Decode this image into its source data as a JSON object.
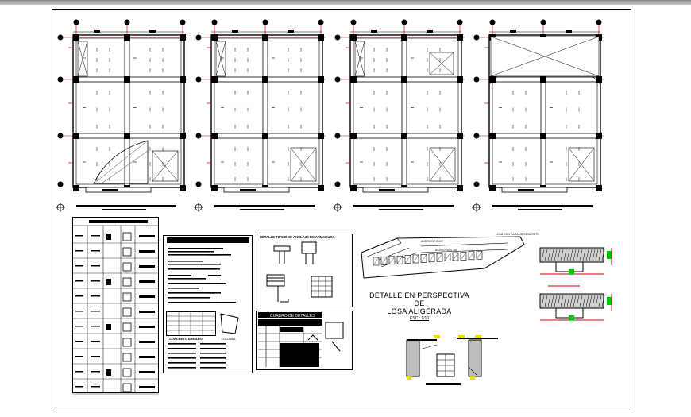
{
  "sheet": {
    "detail_title_line1": "DETALLE  EN PERSPECTIVA DE",
    "detail_title_line2": "LOSA ALIGERADA",
    "detail_scale": "ESC.: 1/10",
    "anchorage_table_title": "DETALLE TIPICO DE ANCLAJE DE ARMADURA",
    "spec_table_title": "CUADRO DE DETALLES",
    "concrete_label": "CONCRETO ARMADO",
    "column_label": "COLUMNA",
    "perspective_label_1": "ACERO DE 0 1/4\"",
    "perspective_label_2": "ACERO DE 0 3/8\"",
    "perspective_label_3": "LOSA CON CARA DE CONCRETO"
  },
  "colors": {
    "line": "#000000",
    "axis_red": "#e00000",
    "dim_green": "#00c800",
    "dim_yellow": "#f0e000"
  }
}
